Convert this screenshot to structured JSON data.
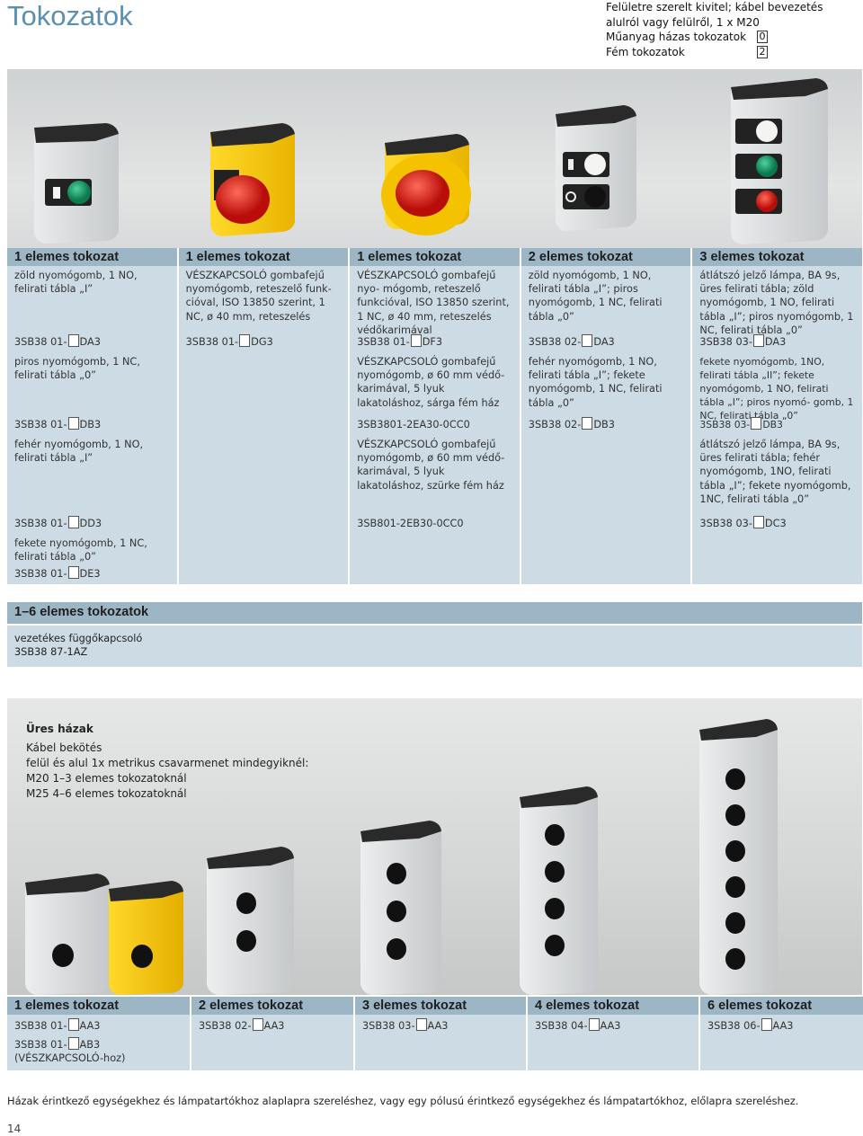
{
  "title": "Tokozatok",
  "notes": {
    "line1": "Felületre szerelt kivitel; kábel bevezetés",
    "line2": "alulról vagy felülről, 1 x M20",
    "line3": "Műanyag házas tokozatok",
    "code0": "0",
    "line4": "Fém tokozatok",
    "code2": "2"
  },
  "headers": [
    "1 elemes tokozat",
    "1 elemes tokozat",
    "1 elemes tokozat",
    "2 elemes tokozat",
    "3 elemes tokozat"
  ],
  "r1": [
    {
      "d": "zöld nyomógomb, 1 NO, felirati tábla „I”",
      "a": "3SB38 01-",
      "b": "DA3"
    },
    {
      "d": "VÉSZKAPCSOLÓ gombafejű nyomógomb, reteszelő funk- cióval, ISO 13850 szerint, 1 NC, ø 40 mm, reteszelés",
      "a": "3SB38 01-",
      "b": "DG3"
    },
    {
      "d": "VÉSZKAPCSOLÓ gombafejű nyo- mógomb, reteszelő funkcióval, ISO 13850 szerint, 1 NC, ø 40 mm, reteszelés védőkarimával",
      "a": "3SB38 01-",
      "b": "DF3"
    },
    {
      "d": "zöld nyomógomb, 1 NO, felirati tábla „I”; piros nyomógomb, 1 NC, felirati tábla „0”",
      "a": "3SB38 02-",
      "b": "DA3"
    },
    {
      "d": "átlátszó jelző lámpa, BA 9s, üres felirati tábla; zöld nyomógomb, 1 NO, felirati tábla „I”; piros nyomógomb, 1 NC, felirati tábla „0”",
      "a": "3SB38 03-",
      "b": "DA3"
    }
  ],
  "r2": [
    {
      "d": "piros nyomógomb, 1 NC, felirati tábla „0”",
      "a": "3SB38 01-",
      "b": "DB3"
    },
    {
      "d": "VÉSZKAPCSOLÓ gombafejű nyomógomb, ø 60 mm védő- karimával, 5 lyuk lakatoláshoz, sárga fém ház",
      "a": "3SB3801-2EA30-0CC0"
    },
    {
      "d": "fehér nyomógomb, 1 NO, felirati tábla „I”; fekete nyomógomb, 1 NC, felirati tábla „0”",
      "a": "3SB38 02-",
      "b": "DB3"
    },
    {
      "d": "fekete nyomógomb, 1NO, felirati tábla „II”; fekete nyomógomb, 1 NO, felirati tábla „I”; piros nyomó- gomb, 1 NC, felirati tábla „0”",
      "a": "3SB38 03-",
      "b": "DB3"
    }
  ],
  "r3": [
    {
      "d": "fehér nyomógomb, 1 NO, felirati tábla „I”",
      "a": "3SB38 01-",
      "b": "DD3"
    },
    {
      "d": "VÉSZKAPCSOLÓ gombafejű nyomógomb, ø 60 mm védő- karimával, 5 lyuk lakatoláshoz, szürke fém ház",
      "a": "3SB801-2EB30-0CC0"
    },
    {
      "d": "átlátszó jelző lámpa, BA 9s, üres felirati tábla; fehér nyomógomb, 1NO, felirati tábla „I”; fekete nyomógomb, 1NC, felirati tábla „0”",
      "a": "3SB38 03-",
      "b": "DC3"
    }
  ],
  "r4": {
    "d": "fekete nyomógomb, 1 NC, felirati tábla „0”",
    "a": "3SB38 01-",
    "b": "DE3"
  },
  "s16": {
    "h": "1–6 elemes tokozatok",
    "l1": "vezetékes függőkapcsoló",
    "l2": "3SB38 87-1AZ"
  },
  "empty": {
    "t": "Üres házak",
    "l1": "Kábel bekötés",
    "l2": "felül és alul 1x metrikus csavarmenet mindegyiknél:",
    "l3": "M20  1–3 elemes tokozatoknál",
    "l4": "M25  4–6 elemes tokozatoknál"
  },
  "h2": [
    "1 elemes tokozat",
    "2 elemes tokozat",
    "3 elemes tokozat",
    "4 elemes tokozat",
    "6 elemes tokozat"
  ],
  "c2": [
    {
      "a": "3SB38 01-",
      "b": "AA3"
    },
    {
      "a": "3SB38 02-",
      "b": "AA3"
    },
    {
      "a": "3SB38 03-",
      "b": "AA3"
    },
    {
      "a": "3SB38 04-",
      "b": "AA3"
    },
    {
      "a": "3SB38 06-",
      "b": "AA3"
    }
  ],
  "c3": {
    "a": "3SB38 01-",
    "b": "AB3",
    "c": "(VÉSZKAPCSOLÓ-hoz)"
  },
  "footnote": "Házak érintkező egységekhez és lámpatartókhoz alaplapra szereléshez, vagy egy pólusú érintkező egységekhez és lámpatartókhoz, előlapra szereléshez.",
  "page": "14"
}
